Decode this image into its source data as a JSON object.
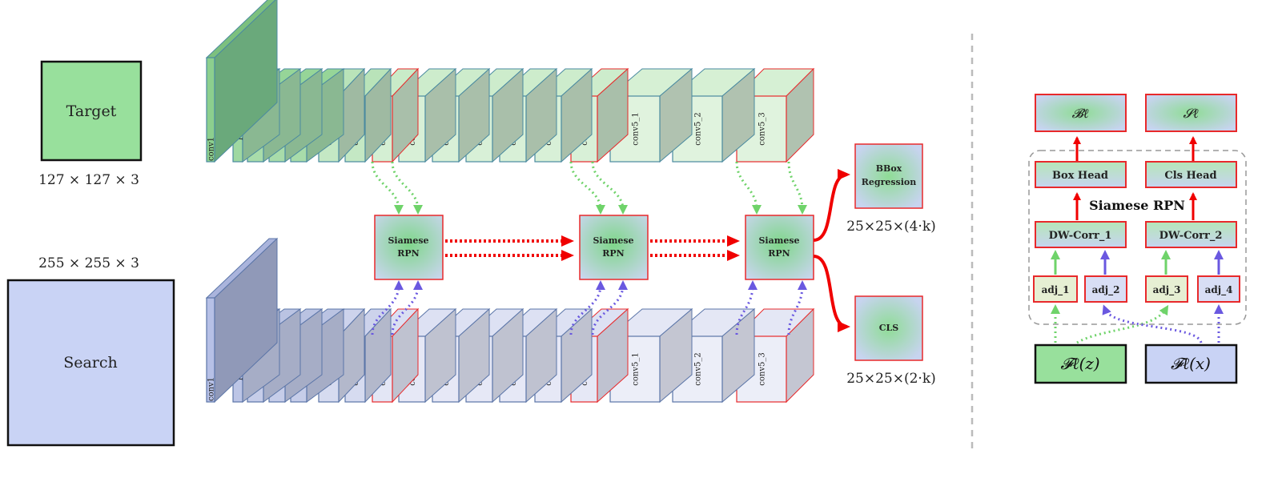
{
  "inputs": {
    "target": {
      "label": "Target",
      "dims": "127 × 127 × 3",
      "color": "#98e09c"
    },
    "search": {
      "label": "Search",
      "dims": "255 × 255 × 3",
      "color": "#c9d3f5"
    }
  },
  "layers": [
    "conv1",
    "pool1",
    "conv2_1",
    "conv2_2",
    "conv2_3",
    "conv3_1",
    "conv3_2",
    "conv3_3",
    "conv4_1",
    "conv4_2",
    "conv4_3",
    "conv4_4",
    "conv4_5",
    "conv4_6",
    "conv5_1",
    "conv5_2",
    "conv5_3"
  ],
  "rpn_label_line1": "Siamese",
  "rpn_label_line2": "RPN",
  "outputs": {
    "bbox": {
      "label_line1": "BBox",
      "label_line2": "Regression",
      "dims": "25×25×(4·k)"
    },
    "cls": {
      "label": "CLS",
      "dims": "25×25×(2·k)"
    }
  },
  "right_panel": {
    "head_b": "𝓑ℓ",
    "head_s": "𝓢ℓ",
    "box_head": "Box Head",
    "cls_head": "Cls Head",
    "group_title": "Siamese RPN",
    "dw_corr_1": "DW-Corr_1",
    "dw_corr_2": "DW-Corr_2",
    "adj": [
      "adj_1",
      "adj_2",
      "adj_3",
      "adj_4"
    ],
    "feat_z": "𝓕ℓ(z)",
    "feat_x": "𝓕ℓ(x)"
  },
  "colors": {
    "green": "#6fd36a",
    "blue": "#6a58e0",
    "red": "#f00000",
    "highlight": "#e8292b"
  }
}
